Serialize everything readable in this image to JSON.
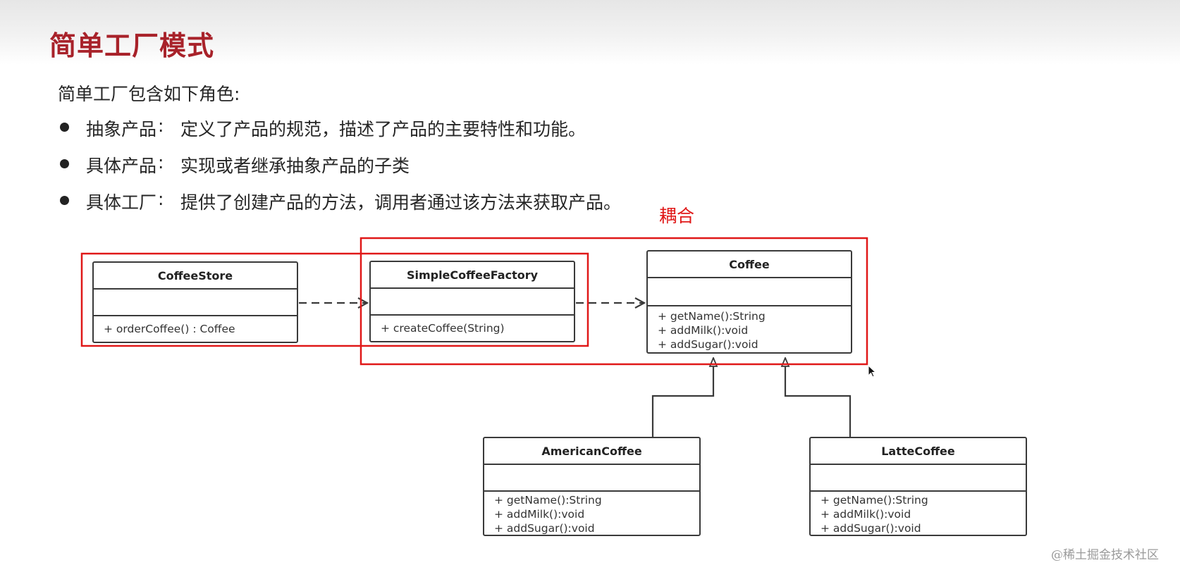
{
  "slide": {
    "title": "简单工厂模式",
    "intro": "简单工厂包含如下角色:",
    "roles": [
      {
        "term": "抽象产品",
        "separator": ":",
        "description": "定义了产品的规范，描述了产品的主要特性和功能。"
      },
      {
        "term": "具体产品",
        "separator": ":",
        "description": "实现或者继承抽象产品的子类"
      },
      {
        "term": "具体工厂",
        "separator": ":",
        "description": "提供了创建产品的方法，调用者通过该方法来获取产品。"
      }
    ],
    "coupling_label": "耦合"
  },
  "diagram": {
    "classes": [
      {
        "id": "coffee-store",
        "name": "CoffeeStore",
        "methods": [
          "+ orderCoffee() : Coffee"
        ]
      },
      {
        "id": "simple-coffee-factory",
        "name": "SimpleCoffeeFactory",
        "methods": [
          "+ createCoffee(String)"
        ]
      },
      {
        "id": "coffee",
        "name": "Coffee",
        "methods": [
          "+ getName():String",
          "+ addMilk():void",
          "+ addSugar():void"
        ]
      },
      {
        "id": "american-coffee",
        "name": "AmericanCoffee",
        "methods": [
          "+ getName():String",
          "+ addMilk():void",
          "+ addSugar():void"
        ]
      },
      {
        "id": "latte-coffee",
        "name": "LatteCoffee",
        "methods": [
          "+ getName():String",
          "+ addMilk():void",
          "+ addSugar():void"
        ]
      }
    ],
    "relations": [
      {
        "type": "dependency",
        "from": "coffee-store",
        "to": "simple-coffee-factory"
      },
      {
        "type": "dependency",
        "from": "simple-coffee-factory",
        "to": "coffee"
      },
      {
        "type": "inheritance",
        "from": "american-coffee",
        "to": "coffee"
      },
      {
        "type": "inheritance",
        "from": "latte-coffee",
        "to": "coffee"
      }
    ],
    "highlight_color": "#e01818",
    "line_color": "#3a3a3a"
  },
  "watermark": "@稀土掘金技术社区"
}
